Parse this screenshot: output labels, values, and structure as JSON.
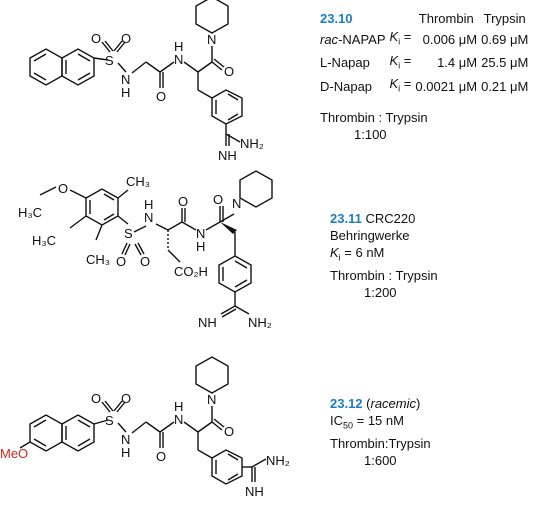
{
  "compound_2310": {
    "id": "23.10",
    "col_thrombin": "Thrombin",
    "col_trypsin": "Trypsin",
    "rows": [
      {
        "pre": "rac",
        "name": "-NAPAP",
        "k": "K",
        "ksub": "i",
        "eq": "=",
        "thrombin": "0.006 μM",
        "trypsin": "0.69 μM"
      },
      {
        "pre": "",
        "name": "L-Napap",
        "k": "K",
        "ksub": "i",
        "eq": "=",
        "thrombin": "1.4 μM",
        "trypsin": "25.5 μM"
      },
      {
        "pre": "",
        "name": "D-Napap",
        "k": "K",
        "ksub": "i",
        "eq": "=",
        "thrombin": "0.0021 μM",
        "trypsin": "0.21 μM"
      }
    ],
    "selectivity_label": "Thrombin : Trypsin",
    "selectivity_ratio": "1:100"
  },
  "compound_2311": {
    "id": "23.11",
    "name": "CRC220",
    "company": "Behringwerke",
    "ki_k": "K",
    "ki_sub": "i",
    "ki_value": " = 6 nM",
    "selectivity_label": "Thrombin : Trypsin",
    "selectivity_ratio": "1:200"
  },
  "compound_2312": {
    "id": "23.12",
    "note": "racemic",
    "ic50_label": "IC",
    "ic50_sub": "50",
    "ic50_value": " = 15 nM",
    "selectivity_label": "Thrombin:Trypsin",
    "selectivity_ratio": "1:600"
  },
  "atoms": {
    "O": "O",
    "S": "S",
    "N": "N",
    "H": "H",
    "NH2": "NH₂",
    "NH": "NH",
    "CO2H": "CO₂H",
    "H3C": "H₃C",
    "CH3": "CH₃",
    "MeO": "MeO"
  },
  "colors": {
    "compound_id": "#1d7bbf",
    "methoxy": "#cc2a1c",
    "bond": "#111111"
  }
}
